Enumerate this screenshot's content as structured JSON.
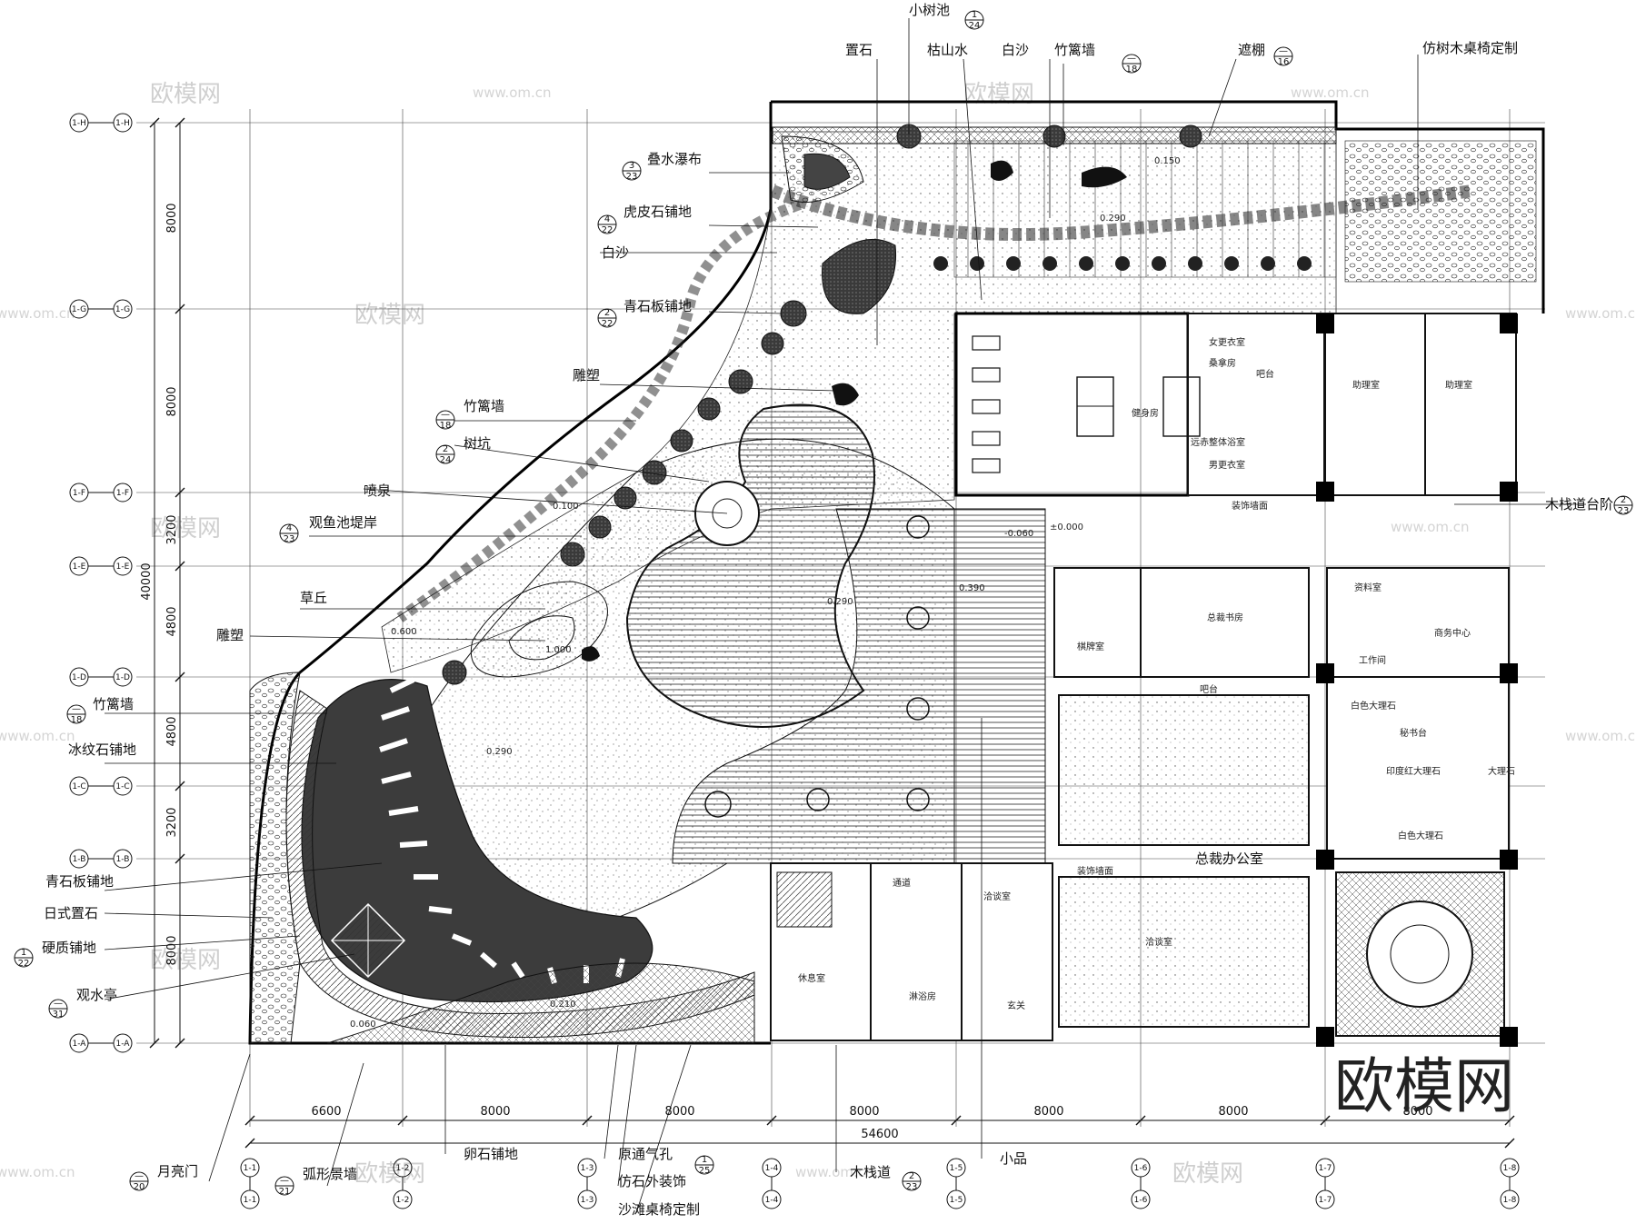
{
  "callouts": {
    "xiaoshuchi": {
      "text": "小树池",
      "ref": {
        "top": "1",
        "bottom": "24"
      }
    },
    "zhishi": {
      "text": "置石"
    },
    "kushanshui": {
      "text": "枯山水"
    },
    "baisha_top": {
      "text": "白沙"
    },
    "zhuliqiang_top": {
      "text": "竹篱墙",
      "ref": {
        "top": "—",
        "bottom": "18"
      }
    },
    "zhepeng": {
      "text": "遮棚",
      "ref": {
        "top": "—",
        "bottom": "16"
      }
    },
    "fangshu": {
      "text": "仿树木桌椅定制"
    },
    "dieshui": {
      "text": "叠水瀑布",
      "ref": {
        "top": "3",
        "bottom": "23"
      }
    },
    "hupishi": {
      "text": "虎皮石铺地",
      "ref": {
        "top": "4",
        "bottom": "22"
      }
    },
    "baisha_left": {
      "text": "白沙"
    },
    "qingshiban_top": {
      "text": "青石板铺地",
      "ref": {
        "top": "2",
        "bottom": "22"
      }
    },
    "diaosu_top": {
      "text": "雕塑"
    },
    "zhuliqiang_mid": {
      "text": "竹篱墙",
      "ref": {
        "top": "—",
        "bottom": "18"
      }
    },
    "shukeng": {
      "text": "树坑",
      "ref": {
        "top": "2",
        "bottom": "24"
      }
    },
    "penquan": {
      "text": "喷泉"
    },
    "guanyuchi": {
      "text": "观鱼池堤岸",
      "ref": {
        "top": "4",
        "bottom": "23"
      }
    },
    "caoqiu": {
      "text": "草丘"
    },
    "diaosu_left": {
      "text": "雕塑"
    },
    "zhuliqiang_left": {
      "text": "竹篱墙",
      "ref": {
        "top": "—",
        "bottom": "18"
      }
    },
    "bingwenshi": {
      "text": "冰纹石铺地"
    },
    "qingshiban_left": {
      "text": "青石板铺地"
    },
    "rishizhishi": {
      "text": "日式置石"
    },
    "yingzhi": {
      "text": "硬质铺地",
      "ref": {
        "top": "1",
        "bottom": "22"
      }
    },
    "guanshuiting": {
      "text": "观水亭",
      "ref": {
        "top": "—",
        "bottom": "31"
      }
    },
    "muzhandao_taijie": {
      "text": "木栈道台阶",
      "ref": {
        "top": "2",
        "bottom": "23"
      }
    },
    "yueliangmen": {
      "text": "月亮门",
      "ref": {
        "top": "—",
        "bottom": "20"
      }
    },
    "huxing": {
      "text": "弧形景墙",
      "ref": {
        "top": "—",
        "bottom": "21"
      }
    },
    "luanshi": {
      "text": "卵石铺地"
    },
    "yuantong": {
      "text": "原通气孔"
    },
    "fangshi": {
      "text": "仿石外装饰",
      "ref": {
        "top": "1",
        "bottom": "25"
      }
    },
    "shatan": {
      "text": "沙滩桌椅定制"
    },
    "muzhandao": {
      "text": "木栈道",
      "ref": {
        "top": "2",
        "bottom": "23"
      }
    },
    "xiaopin": {
      "text": "小品"
    }
  },
  "rooms": {
    "gym": "健身房",
    "women_locker": "女更衣室",
    "sauna": "桑拿房",
    "bar": "吧台",
    "shower": "远赤整体浴室",
    "men_locker": "男更衣室",
    "assistant1": "助理室",
    "assistant2": "助理室",
    "chess": "棋牌室",
    "ceo_study": "总裁书房",
    "archive": "资料室",
    "workroom": "工作间",
    "business": "商务中心",
    "bar2": "吧台",
    "white_marble1": "白色大理石",
    "secretary": "秘书台",
    "red_marble": "印度红大理石",
    "marble_right": "大理石",
    "white_marble2": "白色大理石",
    "ceo_office": "总裁办公室",
    "corridor": "通道",
    "meeting1": "洽谈室",
    "meeting2": "洽谈室",
    "foyer": "玄关",
    "bedroom": "休息室",
    "bath": "淋浴房",
    "decor_wall": "装饰墙面",
    "decor_wall2": "装饰墙面"
  },
  "levels": [
    "±0.000",
    "-0.060",
    "0.290",
    "0.390",
    "0.290",
    "0.600",
    "1.000",
    "0.290",
    "0.150",
    "0.100",
    "0.210",
    "0.060"
  ],
  "dims_left": [
    "8000",
    "8000",
    "3200",
    "4800",
    "4800",
    "3200",
    "8000"
  ],
  "dim_left_total": "40000",
  "dims_bottom": [
    "6600",
    "8000",
    "8000",
    "8000",
    "8000",
    "8000",
    "8000"
  ],
  "dim_bottom_total": "54600",
  "axes_left": [
    "1-H",
    "1-G",
    "1-F",
    "1-E",
    "1-D",
    "1-C",
    "1-B",
    "1-A"
  ],
  "axes_bottom": [
    "1-1",
    "1-2",
    "1-3",
    "1-4",
    "1-5",
    "1-6",
    "1-7",
    "1-8"
  ],
  "watermark": {
    "brand": "欧模网",
    "url": "www.om.cn"
  }
}
